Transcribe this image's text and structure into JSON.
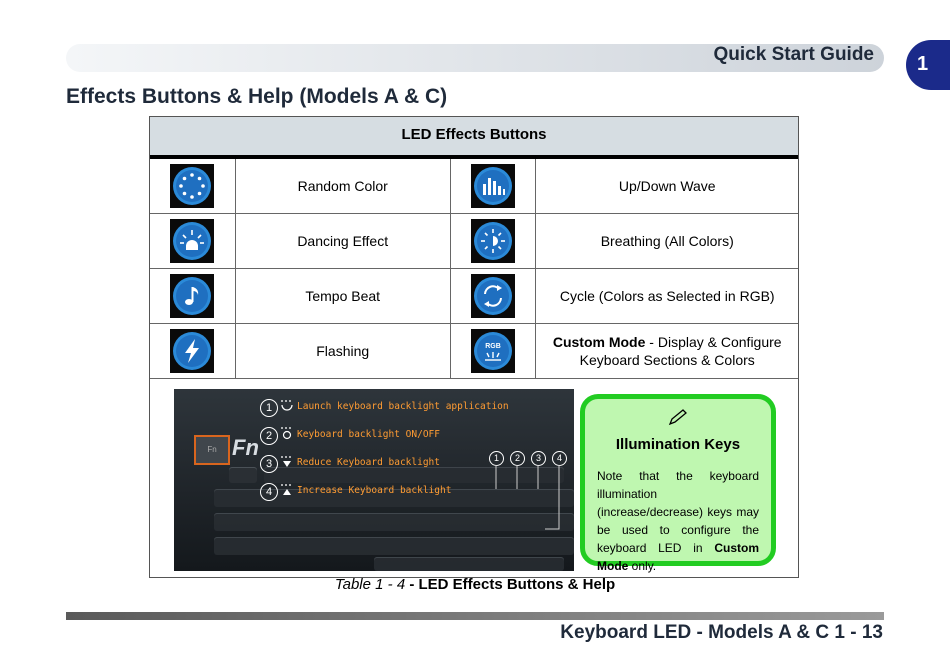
{
  "header": {
    "guide_title": "Quick Start Guide",
    "chapter": "1"
  },
  "page_title": "Effects Buttons & Help (Models A & C)",
  "table": {
    "heading": "LED Effects Buttons",
    "rows": [
      {
        "left_icon": "random-color-icon",
        "left_label": "Random Color",
        "right_icon": "wave-bars-icon",
        "right_label": "Up/Down Wave"
      },
      {
        "left_icon": "dancing-light-icon",
        "left_label": "Dancing Effect",
        "right_icon": "breathing-sun-icon",
        "right_label": "Breathing (All Colors)"
      },
      {
        "left_icon": "music-note-icon",
        "left_label": "Tempo Beat",
        "right_icon": "cycle-arrows-icon",
        "right_label": "Cycle (Colors as Selected in RGB)"
      },
      {
        "left_icon": "lightning-icon",
        "left_label": "Flashing",
        "right_icon": "rgb-custom-icon",
        "right_label_bold": "Custom Mode",
        "right_label": "- Display & Configure Keyboard Sections & Colors"
      }
    ]
  },
  "keyboard_image": {
    "fn_small": "Fn",
    "fn_big": "Fn",
    "rgb_text": "RGB",
    "items": [
      {
        "num": "1",
        "text": "Launch keyboard backlight application"
      },
      {
        "num": "2",
        "text": "Keyboard backlight ON/OFF"
      },
      {
        "num": "3",
        "text": "Reduce Keyboard backlight"
      },
      {
        "num": "4",
        "text": "Increase Keyboard backlight"
      }
    ]
  },
  "note": {
    "title": "Illumination Keys",
    "body_1": "Note that the keyboard illumination (increase/decrease) keys may be used to configure the keyboard LED in ",
    "body_bold": "Custom Mode",
    "body_2": " only."
  },
  "caption": {
    "prefix": "Table 1 - 4",
    "title": " - LED Effects Buttons & Help"
  },
  "footer": {
    "text": "Keyboard LED - Models A & C 1 - 13"
  }
}
